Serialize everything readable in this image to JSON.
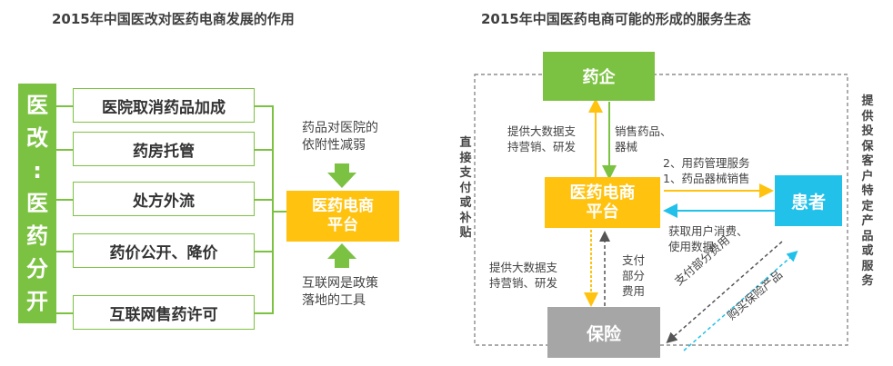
{
  "left": {
    "title": "2015年中国医改对医药电商发展的作用",
    "side_label": [
      "医",
      "改",
      ":",
      "医",
      "药",
      "分",
      "开"
    ],
    "items": [
      "医院取消药品加成",
      "药房托管",
      "处方外流",
      "药价公开、降价",
      "互联网售药许可"
    ],
    "platform": [
      "医药电商",
      "平台"
    ],
    "note_top": [
      "药品对医院的",
      "依附性减弱"
    ],
    "note_bottom": [
      "互联网是政策",
      "落地的工具"
    ],
    "colors": {
      "green": "#7cc242",
      "yellow": "#ffc20e",
      "light_green": "#a5d46a"
    }
  },
  "right": {
    "title": "2015年中国医药电商可能的形成的服务生态",
    "nodes": {
      "pharma": "药企",
      "platform": [
        "医药电商",
        "平台"
      ],
      "patient": "患者",
      "insurance": "保险"
    },
    "labels": {
      "pharma_to_platform_left": [
        "提供大数据支",
        "持营销、研发"
      ],
      "pharma_to_platform_right": [
        "销售药品、",
        "器械"
      ],
      "platform_to_patient": [
        "2、用药管理服务",
        "1、药品器械销售"
      ],
      "patient_to_platform": [
        "获取用户消费、",
        "使用数据"
      ],
      "platform_to_insurance_left": [
        "提供大数据支",
        "持营销、研发"
      ],
      "insurance_to_platform": [
        "支付",
        "部分",
        "费用"
      ],
      "patient_to_insurance": "支付部分费用",
      "insurance_to_patient": "购买保险产品",
      "left_vertical": "直接支付或补贴",
      "right_vertical": "提供投保客户特定产品或服务"
    },
    "colors": {
      "green": "#7cc242",
      "cyan": "#22c1ea",
      "yellow": "#ffc20e",
      "gray": "#a6a6a6"
    }
  }
}
